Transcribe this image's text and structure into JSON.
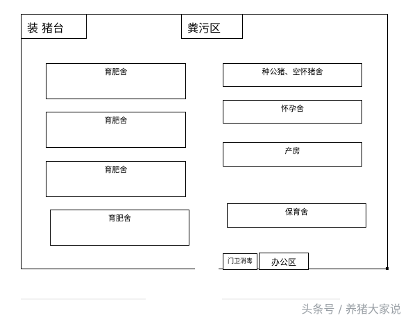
{
  "labels": {
    "loading_platform": "装 猪台",
    "manure_area": "粪污区",
    "fattening_1": "育肥舍",
    "fattening_2": "育肥舍",
    "fattening_3": "育肥舍",
    "fattening_4": "育肥舍",
    "boar_empty_sow": "种公猪、空怀猪舍",
    "gestation": "怀孕舍",
    "farrowing": "产房",
    "nursery": "保育舍",
    "guard_disinfection": "门卫消毒",
    "office_area": "办公区"
  },
  "watermark": "头条号 / 养猪大家说"
}
